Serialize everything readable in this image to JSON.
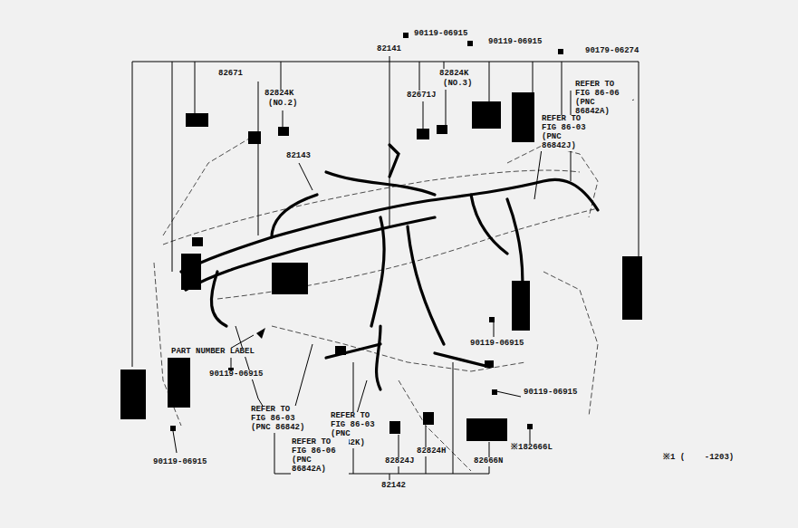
{
  "diagram": {
    "labels": [
      "90119-06915",
      "82141",
      "90119-06915",
      "90179-06274",
      "82671",
      "82824K",
      "(NO.2)",
      "82824K",
      "(NO.3)",
      "82671J",
      "REFER TO FIG 86-06 (PNC 86842A)",
      "REFER TO FIG 86-03 (PNC 86842J)",
      "82143",
      "PART NUMBER LABEL",
      "90119-06915",
      "90119-06915",
      "90119-06915",
      "REFER TO FIG 86-03 (PNC 86842)",
      "REFER TO FIG 86-03 (PNC 86842K)",
      "REFER TO FIG 86-06 (PNC 86842A)",
      "82824H",
      "82666N",
      "※182666L",
      "82824J",
      "90119-06915",
      "82142",
      "※1 (    -1203)"
    ]
  }
}
